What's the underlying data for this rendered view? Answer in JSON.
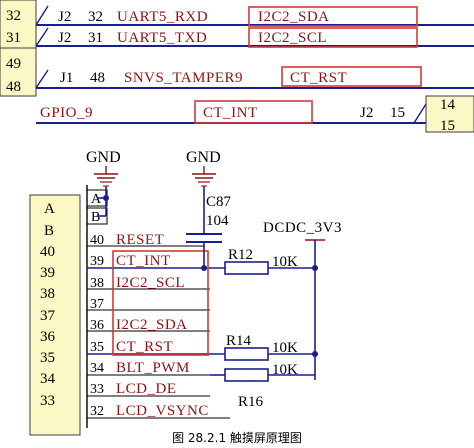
{
  "colors": {
    "wire": "#1a1f8f",
    "label": "#8a1414",
    "pin_text": "#000000",
    "highlight_box": "#d23a3a",
    "connector_fill": "#fcf8c6",
    "connector_stroke": "#3c3c3c",
    "ground": "#8a1414",
    "junction": "#1a1f8f"
  },
  "top_connector_left": {
    "pins": [
      "32",
      "31",
      "49",
      "48"
    ],
    "icon": "connector-block-icon"
  },
  "top_nets": [
    {
      "ref": "J2",
      "pin": "32",
      "label": "UART5_RXD",
      "alt": "I2C2_SDA"
    },
    {
      "ref": "J2",
      "pin": "31",
      "label": "UART5_TXD",
      "alt": "I2C2_SCL"
    },
    {
      "ref": "J1",
      "pin": "48",
      "label": "SNVS_TAMPER9",
      "alt": "CT_RST"
    }
  ],
  "gpio_net": {
    "label": "GPIO_9",
    "alt": "CT_INT",
    "ref": "J2",
    "pin": "15"
  },
  "top_connector_right": {
    "pins": [
      "14",
      "15"
    ],
    "icon": "connector-block-icon"
  },
  "lcd_connector": {
    "pins": [
      "A",
      "B",
      "40",
      "39",
      "38",
      "37",
      "36",
      "35",
      "34",
      "33"
    ],
    "icon": "connector-block-icon"
  },
  "lcd_pin_numbers": [
    "A",
    "B",
    "40",
    "39",
    "38",
    "37",
    "36",
    "35",
    "34",
    "33",
    "32"
  ],
  "lcd_pin_labels": [
    "RESET",
    "CT_INT",
    "I2C2_SCL",
    "I2C2_SDA",
    "CT_RST",
    "BLT_PWM",
    "LCD_DE",
    "LCD_VSYNC"
  ],
  "ground_symbols": [
    "GND",
    "GND"
  ],
  "capacitor": {
    "ref": "C87",
    "value": "104"
  },
  "power_rail": {
    "label": "DCDC_3V3"
  },
  "resistors": [
    {
      "ref": "R12",
      "value": "10K"
    },
    {
      "ref": "R14",
      "value": "10K"
    },
    {
      "ref": "R16",
      "value": "10K"
    }
  ],
  "caption": "图 28.2.1  触摸屏原理图"
}
